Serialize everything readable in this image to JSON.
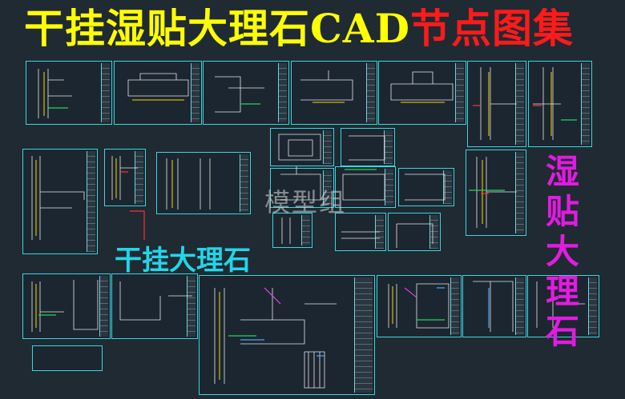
{
  "title": {
    "part_yellow": "干挂湿贴大理石CAD",
    "part_red": "节点图集",
    "color_yellow": "#ffff00",
    "color_red": "#ff1a1a"
  },
  "labels": {
    "dry_hang": "干挂大理石",
    "dry_hang_color": "#22d6e8",
    "wet_paste_lines": [
      "湿贴",
      "大理",
      "石"
    ],
    "wet_paste_color": "#e21be0",
    "watermark": "模型组"
  },
  "colors": {
    "background": "#1f2a33",
    "sheet_border": "#39d6de"
  }
}
